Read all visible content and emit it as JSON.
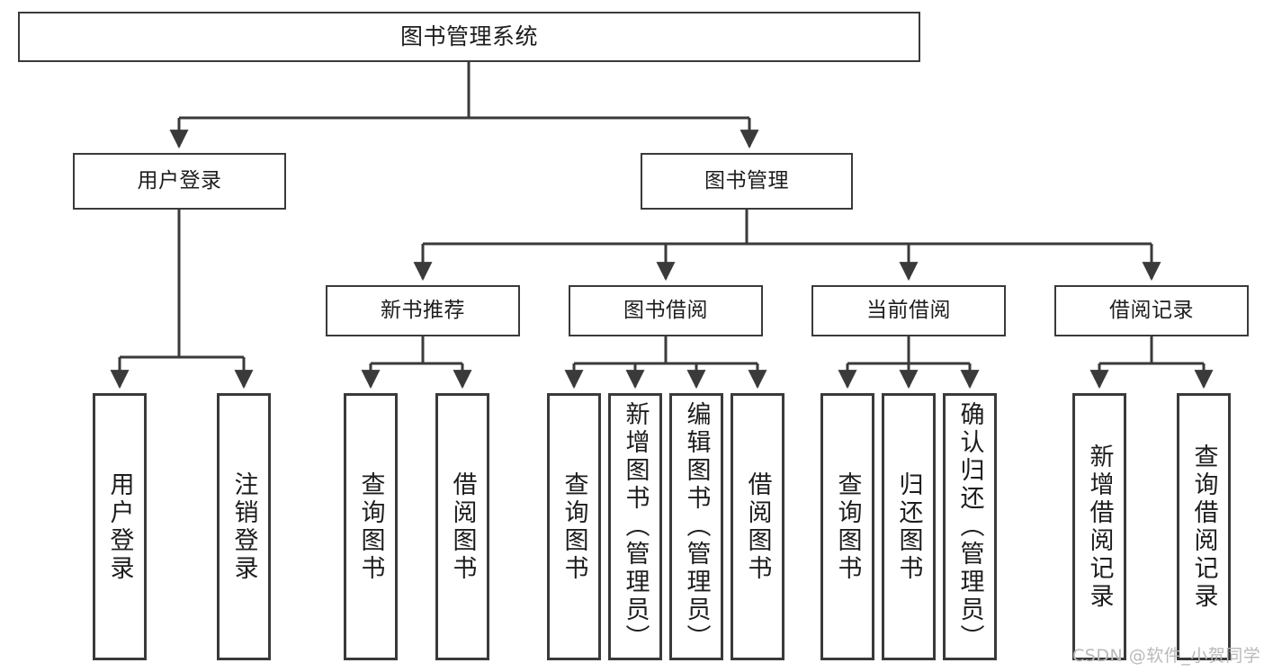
{
  "diagram": {
    "type": "tree",
    "title": "图书管理系统",
    "root": {
      "id": "root",
      "label": "图书管理系统"
    },
    "level2": [
      {
        "id": "user-login",
        "label": "用户登录"
      },
      {
        "id": "book-manage",
        "label": "图书管理"
      }
    ],
    "level3": [
      {
        "id": "new-book-recommend",
        "label": "新书推荐",
        "parent": "book-manage"
      },
      {
        "id": "book-borrow",
        "label": "图书借阅",
        "parent": "book-manage"
      },
      {
        "id": "current-borrow",
        "label": "当前借阅",
        "parent": "book-manage"
      },
      {
        "id": "borrow-record",
        "label": "借阅记录",
        "parent": "book-manage"
      }
    ],
    "leaves": [
      {
        "id": "leaf-user-login",
        "label": "用户登录",
        "parent": "user-login"
      },
      {
        "id": "leaf-logout-login",
        "label": "注销登录",
        "parent": "user-login"
      },
      {
        "id": "leaf-query-book-1",
        "label": "查询图书",
        "parent": "new-book-recommend"
      },
      {
        "id": "leaf-borrow-book-1",
        "label": "借阅图书",
        "parent": "new-book-recommend"
      },
      {
        "id": "leaf-query-book-2",
        "label": "查询图书",
        "parent": "book-borrow"
      },
      {
        "id": "leaf-add-book",
        "label": "新增图书（管理员）",
        "parent": "book-borrow"
      },
      {
        "id": "leaf-edit-book",
        "label": "编辑图书（管理员）",
        "parent": "book-borrow"
      },
      {
        "id": "leaf-borrow-book-2",
        "label": "借阅图书",
        "parent": "book-borrow"
      },
      {
        "id": "leaf-query-book-3",
        "label": "查询图书",
        "parent": "current-borrow"
      },
      {
        "id": "leaf-return-book",
        "label": "归还图书",
        "parent": "current-borrow"
      },
      {
        "id": "leaf-confirm-return",
        "label": "确认归还（管理员）",
        "parent": "current-borrow"
      },
      {
        "id": "leaf-add-record",
        "label": "新增借阅记录",
        "parent": "borrow-record"
      },
      {
        "id": "leaf-query-record",
        "label": "查询借阅记录",
        "parent": "borrow-record"
      }
    ],
    "colors": {
      "stroke": "#3a3a3a",
      "fill": "#ffffff",
      "text": "#1d1d1d",
      "watermark": "#b9b9b9"
    }
  },
  "watermark": {
    "text": "CSDN @软件_小贺同学"
  }
}
